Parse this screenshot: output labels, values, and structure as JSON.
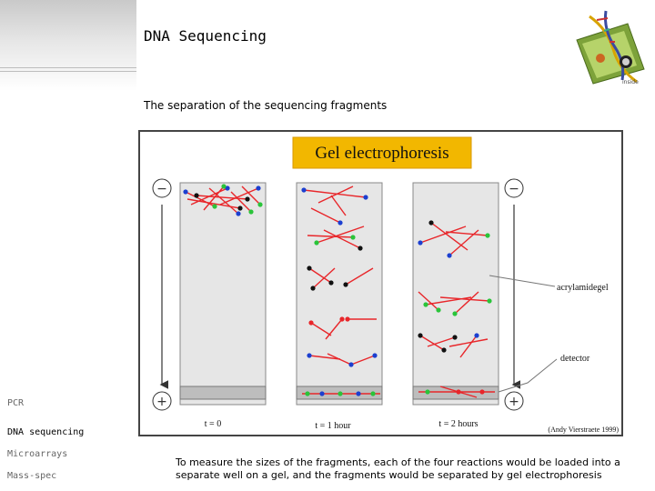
{
  "slide": {
    "title": "DNA Sequencing",
    "subtitle": "The separation of the sequencing fragments",
    "caption": "To measure the sizes of the fragments, each of the four reactions would be loaded into a separate well on a gel, and the fragments would be separated by gel electrophoresis"
  },
  "side_nav": {
    "items": [
      {
        "label": "PCR",
        "active": false
      },
      {
        "label": "DNA sequencing",
        "active": true
      },
      {
        "label": "Microarrays",
        "active": false
      },
      {
        "label": "Mass-spec",
        "active": false
      }
    ]
  },
  "figure": {
    "banner": "Gel electrophoresis",
    "minus_symbol": "−",
    "plus_symbol": "+",
    "label_gel": "acrylamidegel",
    "label_detector": "detector",
    "time_labels": [
      "t = 0",
      "t = 1 hour",
      "t = 2 hours"
    ],
    "credit": "(Andy Vierstraete 1999)",
    "colors": {
      "banner_bg": "#f2b700",
      "fragment": "#e8262a",
      "dot_blue": "#1c3fd0",
      "dot_green": "#2ac43a",
      "dot_black": "#111111",
      "gel": "#e6e6e6"
    }
  }
}
